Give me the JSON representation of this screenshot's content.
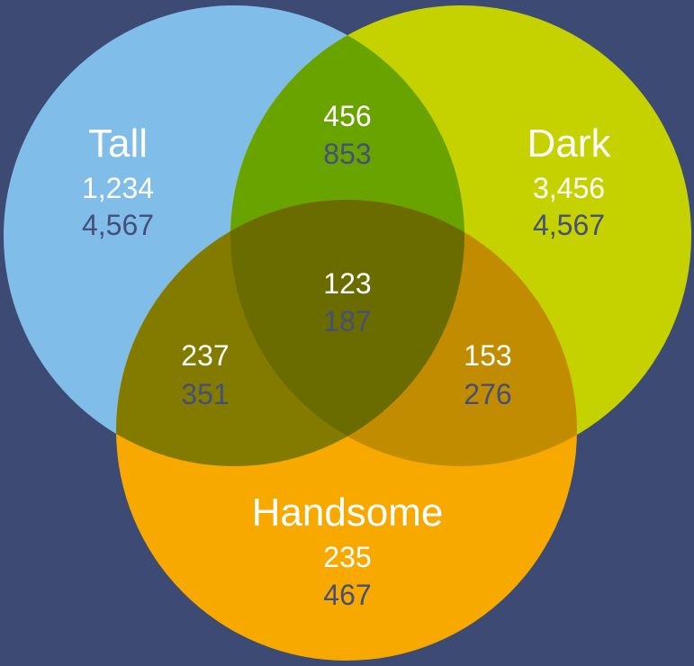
{
  "chart_data": {
    "type": "venn",
    "sets": [
      {
        "key": "tall",
        "name": "Tall",
        "color": "#80bde9",
        "values": [
          "1,234",
          "4,567"
        ]
      },
      {
        "key": "dark",
        "name": "Dark",
        "color": "#c5d200",
        "values": [
          "3,456",
          "4,567"
        ]
      },
      {
        "key": "handsome",
        "name": "Handsome",
        "color": "#f8a900",
        "values": [
          "235",
          "467"
        ]
      }
    ],
    "intersections": [
      {
        "key": "tall_dark",
        "sets": [
          "Tall",
          "Dark"
        ],
        "color": "#69a300",
        "values": [
          "456",
          "853"
        ]
      },
      {
        "key": "tall_handsome",
        "sets": [
          "Tall",
          "Handsome"
        ],
        "color": "#837b00",
        "values": [
          "237",
          "351"
        ]
      },
      {
        "key": "dark_handsome",
        "sets": [
          "Dark",
          "Handsome"
        ],
        "color": "#c28c00",
        "values": [
          "153",
          "276"
        ]
      },
      {
        "key": "all",
        "sets": [
          "Tall",
          "Dark",
          "Handsome"
        ],
        "color": "#6a6c00",
        "values": [
          "123",
          "187"
        ]
      }
    ]
  },
  "colors": {
    "background": "#3d4a74",
    "primary_value_text": "#ffffff",
    "secondary_value_text": "#44507a"
  }
}
